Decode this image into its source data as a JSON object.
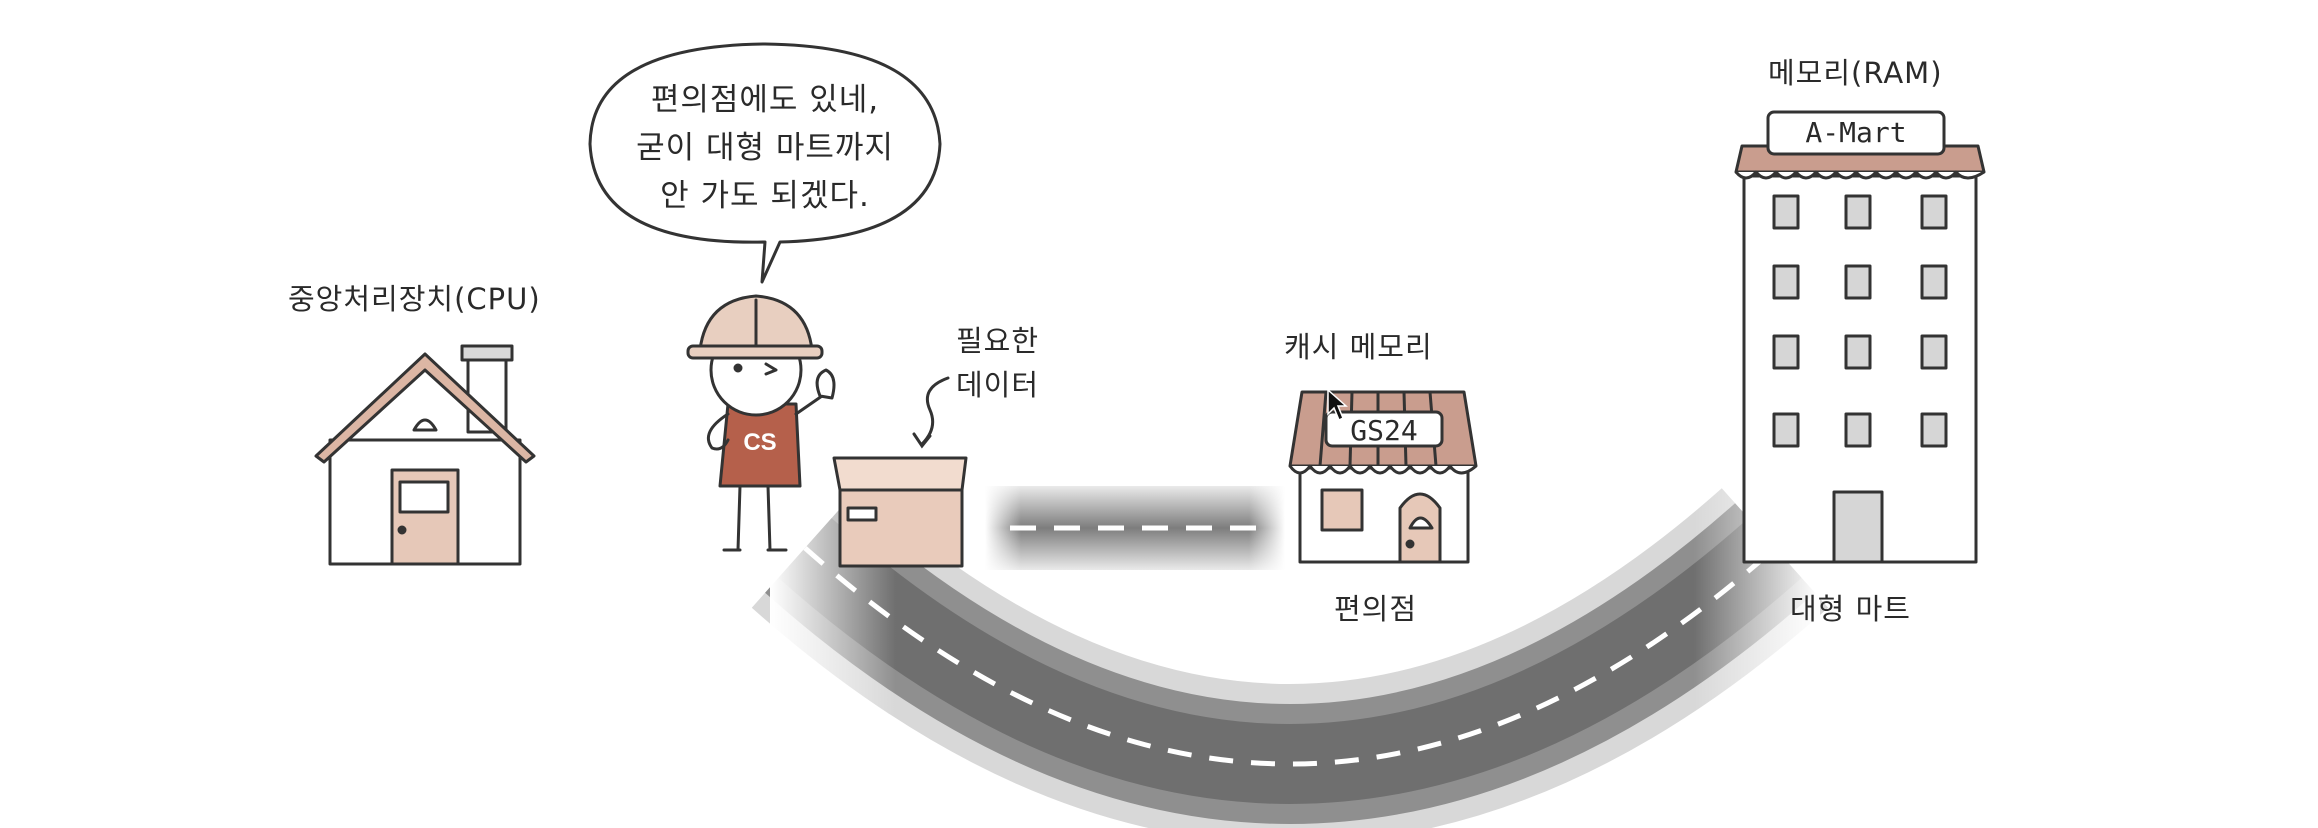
{
  "labels": {
    "cpu": "중앙처리장치(CPU)",
    "needed_data": [
      "필요한",
      "데이터"
    ],
    "cache_memory": "캐시 메모리",
    "convenience_store": "편의점",
    "memory_ram": "메모리(RAM)",
    "big_mart": "대형 마트"
  },
  "speech_bubble": {
    "lines": [
      "편의점에도 있네,",
      "굳이 대형 마트까지",
      "안 가도 되겠다."
    ]
  },
  "character": {
    "shirt_text": "CS"
  },
  "signs": {
    "convenience_store": "GS24",
    "mart": "A-Mart"
  },
  "colors": {
    "house_roof": "#dcb6a4",
    "house_body": "#ffffff",
    "door": "#e6c8b8",
    "shirt": "#b5604b",
    "helmet": "#e8cfc0",
    "box": "#e9cbbb",
    "awning_stripe": "#c99d8e",
    "road": "#8c8c8c",
    "outline": "#333333"
  }
}
